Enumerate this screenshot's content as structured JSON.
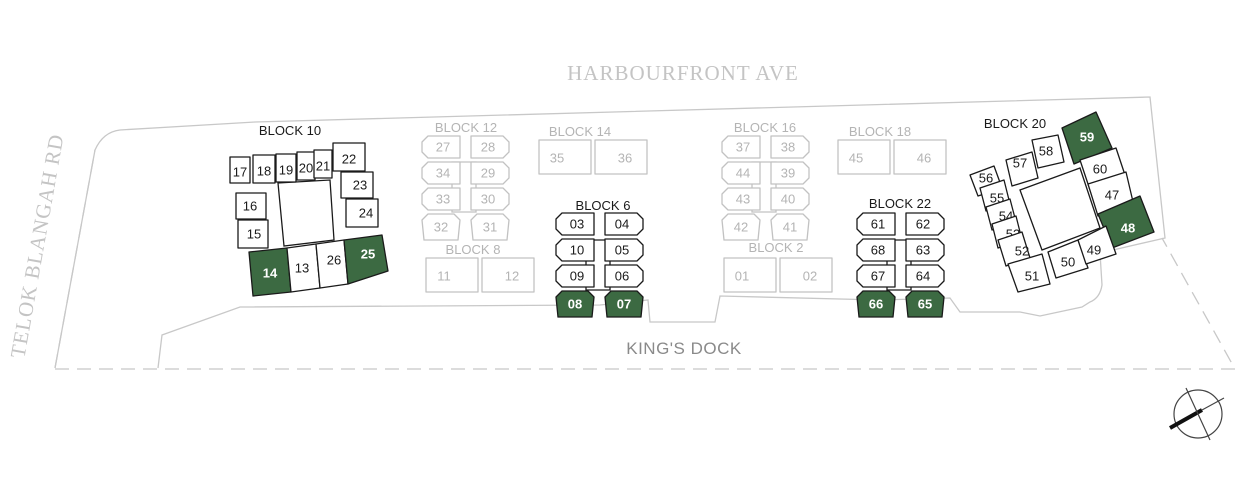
{
  "roads": {
    "north": "HARBOURFRONT AVE",
    "west": "TELOK BLANGAH RD",
    "south": "KING'S DOCK"
  },
  "colors": {
    "highlight": "#3c6a42",
    "faded": "#c2c2c2",
    "active": "#1a1a1a"
  },
  "blocks": [
    {
      "label": "BLOCK 10",
      "state": "active",
      "units": [
        {
          "no": "17",
          "state": "normal"
        },
        {
          "no": "18",
          "state": "normal"
        },
        {
          "no": "19",
          "state": "normal"
        },
        {
          "no": "20",
          "state": "normal"
        },
        {
          "no": "21",
          "state": "normal"
        },
        {
          "no": "22",
          "state": "normal"
        },
        {
          "no": "16",
          "state": "normal"
        },
        {
          "no": "15",
          "state": "normal"
        },
        {
          "no": "23",
          "state": "normal"
        },
        {
          "no": "24",
          "state": "normal"
        },
        {
          "no": "14",
          "state": "highlight"
        },
        {
          "no": "13",
          "state": "normal"
        },
        {
          "no": "26",
          "state": "normal"
        },
        {
          "no": "25",
          "state": "highlight"
        }
      ]
    },
    {
      "label": "BLOCK 12",
      "state": "faded",
      "units": [
        {
          "no": "27",
          "state": "faded"
        },
        {
          "no": "28",
          "state": "faded"
        },
        {
          "no": "34",
          "state": "faded"
        },
        {
          "no": "29",
          "state": "faded"
        },
        {
          "no": "33",
          "state": "faded"
        },
        {
          "no": "30",
          "state": "faded"
        },
        {
          "no": "32",
          "state": "faded"
        },
        {
          "no": "31",
          "state": "faded"
        }
      ]
    },
    {
      "label": "BLOCK 14",
      "state": "faded",
      "units": [
        {
          "no": "35",
          "state": "faded"
        },
        {
          "no": "36",
          "state": "faded"
        }
      ]
    },
    {
      "label": "BLOCK 8",
      "state": "faded",
      "units": [
        {
          "no": "11",
          "state": "faded"
        },
        {
          "no": "12",
          "state": "faded"
        }
      ]
    },
    {
      "label": "BLOCK 6",
      "state": "active",
      "units": [
        {
          "no": "03",
          "state": "normal"
        },
        {
          "no": "04",
          "state": "normal"
        },
        {
          "no": "10",
          "state": "normal"
        },
        {
          "no": "05",
          "state": "normal"
        },
        {
          "no": "09",
          "state": "normal"
        },
        {
          "no": "06",
          "state": "normal"
        },
        {
          "no": "08",
          "state": "highlight"
        },
        {
          "no": "07",
          "state": "highlight"
        }
      ]
    },
    {
      "label": "BLOCK 16",
      "state": "faded",
      "units": [
        {
          "no": "37",
          "state": "faded"
        },
        {
          "no": "38",
          "state": "faded"
        },
        {
          "no": "44",
          "state": "faded"
        },
        {
          "no": "39",
          "state": "faded"
        },
        {
          "no": "43",
          "state": "faded"
        },
        {
          "no": "40",
          "state": "faded"
        },
        {
          "no": "42",
          "state": "faded"
        },
        {
          "no": "41",
          "state": "faded"
        }
      ]
    },
    {
      "label": "BLOCK 18",
      "state": "faded",
      "units": [
        {
          "no": "45",
          "state": "faded"
        },
        {
          "no": "46",
          "state": "faded"
        }
      ]
    },
    {
      "label": "BLOCK 2",
      "state": "faded",
      "units": [
        {
          "no": "01",
          "state": "faded"
        },
        {
          "no": "02",
          "state": "faded"
        }
      ]
    },
    {
      "label": "BLOCK 22",
      "state": "active",
      "units": [
        {
          "no": "61",
          "state": "normal"
        },
        {
          "no": "62",
          "state": "normal"
        },
        {
          "no": "68",
          "state": "normal"
        },
        {
          "no": "63",
          "state": "normal"
        },
        {
          "no": "67",
          "state": "normal"
        },
        {
          "no": "64",
          "state": "normal"
        },
        {
          "no": "66",
          "state": "highlight"
        },
        {
          "no": "65",
          "state": "highlight"
        }
      ]
    },
    {
      "label": "BLOCK 20",
      "state": "active",
      "units": [
        {
          "no": "57",
          "state": "normal"
        },
        {
          "no": "58",
          "state": "normal"
        },
        {
          "no": "59",
          "state": "highlight"
        },
        {
          "no": "56",
          "state": "normal"
        },
        {
          "no": "55",
          "state": "normal"
        },
        {
          "no": "54",
          "state": "normal"
        },
        {
          "no": "53",
          "state": "normal"
        },
        {
          "no": "52",
          "state": "normal"
        },
        {
          "no": "51",
          "state": "normal"
        },
        {
          "no": "60",
          "state": "normal"
        },
        {
          "no": "47",
          "state": "normal"
        },
        {
          "no": "48",
          "state": "highlight"
        },
        {
          "no": "50",
          "state": "normal"
        },
        {
          "no": "49",
          "state": "normal"
        }
      ]
    }
  ],
  "compass": {
    "icon": "north-arrow-icon"
  }
}
